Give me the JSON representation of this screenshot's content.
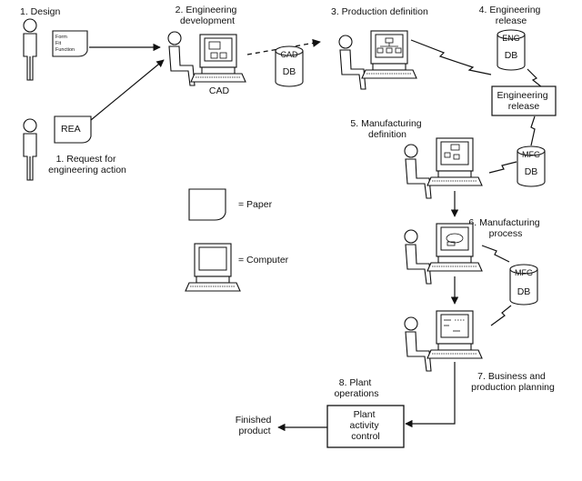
{
  "steps": {
    "design": "1. Design",
    "request": [
      "1. Request for",
      "engineering action"
    ],
    "eng_dev": [
      "2. Engineering",
      "development"
    ],
    "prod_def": "3. Production definition",
    "eng_release": [
      "4. Engineering",
      "release"
    ],
    "mfg_def": [
      "5. Manufacturing",
      "definition"
    ],
    "mfg_process": [
      "6. Manufacturing",
      "process"
    ],
    "business": [
      "7. Business and",
      "production planning"
    ],
    "plant_ops": [
      "8. Plant",
      "operations"
    ]
  },
  "items": {
    "form_paper": [
      "Form",
      "Fit",
      "Function"
    ],
    "rea": "REA",
    "cad_label": "CAD",
    "cad_db_top": "CAD",
    "db": "DB",
    "eng_db_top": "ENG",
    "eng_release_box": [
      "Engineering",
      "release"
    ],
    "mfg_db_top": "MFG",
    "plant_box": [
      "Plant",
      "activity",
      "control"
    ],
    "finished": [
      "Finished",
      "product"
    ]
  },
  "legend": {
    "paper": "= Paper",
    "computer": "= Computer"
  }
}
